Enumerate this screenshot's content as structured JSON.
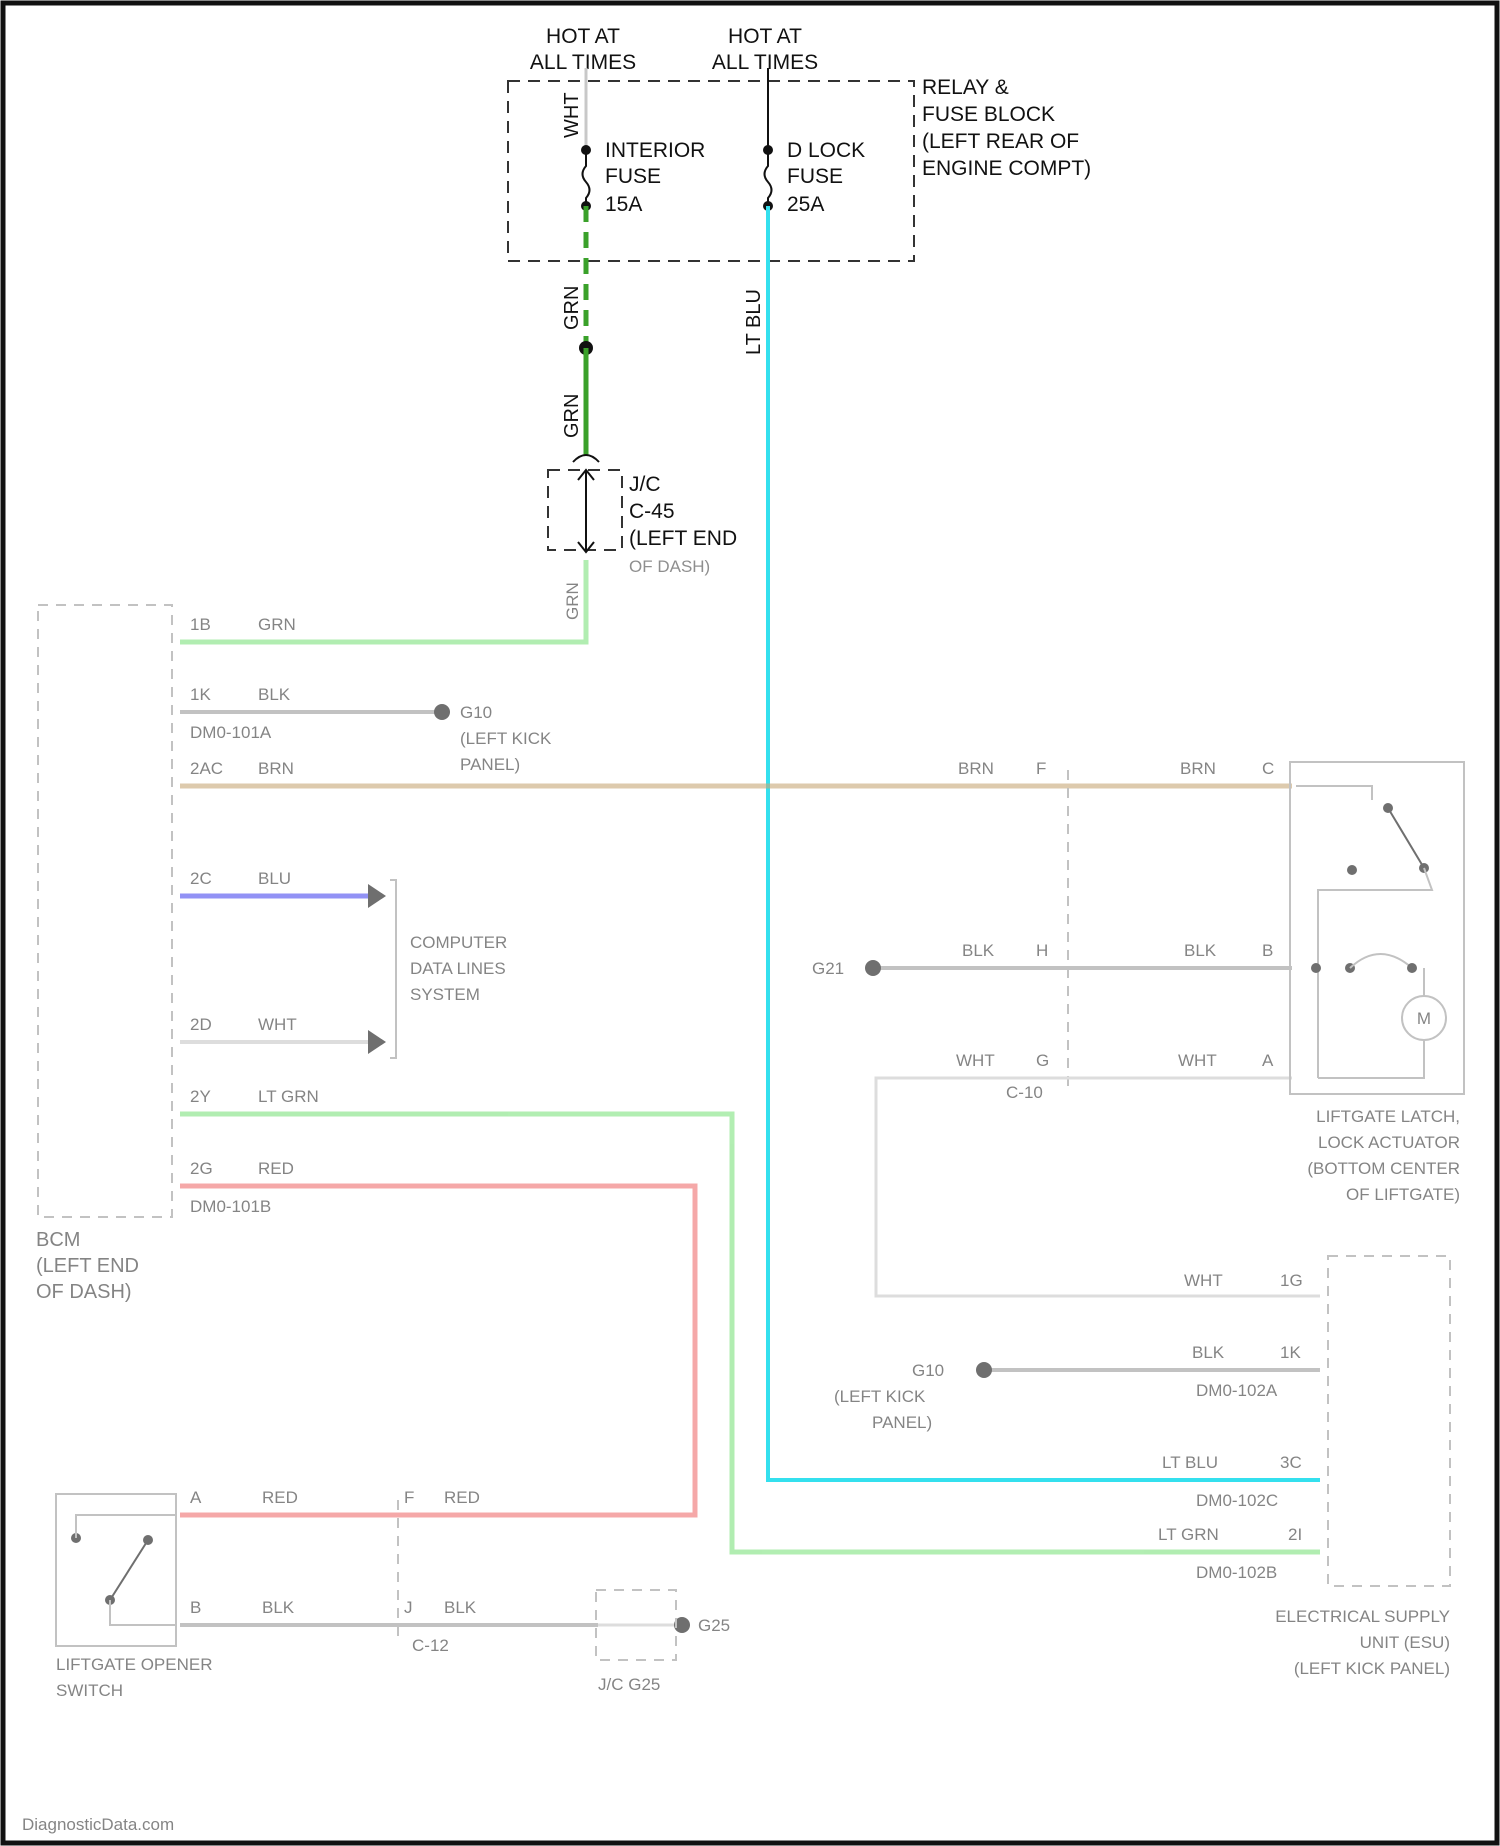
{
  "colors": {
    "white_wire": "#c8c8c8",
    "green_wire": "#3aa12a",
    "green_wire_light": "#7ee27e",
    "lt_blu_wire": "#34e0ee",
    "brn_wire": "#c8a878",
    "blu_wire": "#4a4af0",
    "red_wire": "#f07070",
    "blk_wire": "#9a9a9a",
    "frame": "#111111"
  },
  "top": {
    "hot1": [
      "HOT AT",
      "ALL TIMES"
    ],
    "hot2": [
      "HOT AT",
      "ALL TIMES"
    ],
    "relay_block": [
      "RELAY &",
      "FUSE BLOCK",
      "(LEFT REAR OF",
      "ENGINE COMPT)"
    ],
    "interior_fuse": [
      "INTERIOR",
      "FUSE",
      "15A"
    ],
    "dlock_fuse": [
      "D LOCK",
      "FUSE",
      "25A"
    ],
    "wht_label": "WHT",
    "grn_label_1": "GRN",
    "grn_label_2": "GRN",
    "ltblu_label": "LT BLU",
    "jc": [
      "J/C",
      "C-45",
      "(LEFT END",
      "OF DASH)"
    ]
  },
  "bcm": {
    "name": [
      "BCM",
      "(LEFT END",
      "OF DASH)"
    ],
    "pins": [
      {
        "pin": "1B",
        "wire": "GRN"
      },
      {
        "pin": "1K",
        "wire": "BLK",
        "conn": "DM0-101A"
      },
      {
        "pin": "2AC",
        "wire": "BRN"
      },
      {
        "pin": "2C",
        "wire": "BLU"
      },
      {
        "pin": "2D",
        "wire": "WHT"
      },
      {
        "pin": "2Y",
        "wire": "LT GRN"
      },
      {
        "pin": "2G",
        "wire": "RED",
        "conn": "DM0-101B"
      }
    ],
    "ground_g10": [
      "G10",
      "(LEFT KICK",
      "PANEL)"
    ],
    "wht_jc": "GRN"
  },
  "computer_data": [
    "COMPUTER",
    "DATA LINES",
    "SYSTEM"
  ],
  "latch": {
    "name": [
      "LIFTGATE LATCH,",
      "LOCK ACTUATOR",
      "(BOTTOM CENTER",
      "OF LIFTGATE)"
    ],
    "brn_left": "BRN",
    "brn_pin_left": "F",
    "brn_right": "BRN",
    "brn_pin_right": "C",
    "blk_left": "BLK",
    "blk_pin_left": "H",
    "blk_right": "BLK",
    "blk_pin_right": "B",
    "wht_left": "WHT",
    "wht_pin_left": "G",
    "wht_right": "WHT",
    "wht_pin_right": "A",
    "conn": "C-10",
    "ground": "G21",
    "motor": "M"
  },
  "esu": {
    "name": [
      "ELECTRICAL SUPPLY",
      "UNIT (ESU)",
      "(LEFT KICK PANEL)"
    ],
    "wht": "WHT",
    "wht_pin": "1G",
    "blk": "BLK",
    "blk_pin": "1K",
    "blk_conn": "DM0-102A",
    "ltblu": "LT BLU",
    "ltblu_pin": "3C",
    "ltblu_conn": "DM0-102C",
    "ltgrn": "LT GRN",
    "ltgrn_pin": "2I",
    "ltgrn_conn": "DM0-102B",
    "ground_g10": [
      "G10",
      "(LEFT KICK",
      "PANEL)"
    ]
  },
  "switch": {
    "name": [
      "LIFTGATE OPENER",
      "SWITCH"
    ],
    "red_pin": "A",
    "red_left": "RED",
    "red_pin_mid": "F",
    "red_right": "RED",
    "blk_pin": "B",
    "blk_left": "BLK",
    "blk_pin_mid": "J",
    "blk_right": "BLK",
    "conn": "C-12",
    "jc": "J/C G25",
    "ground": "G25"
  },
  "watermark": "DiagnosticData.com"
}
